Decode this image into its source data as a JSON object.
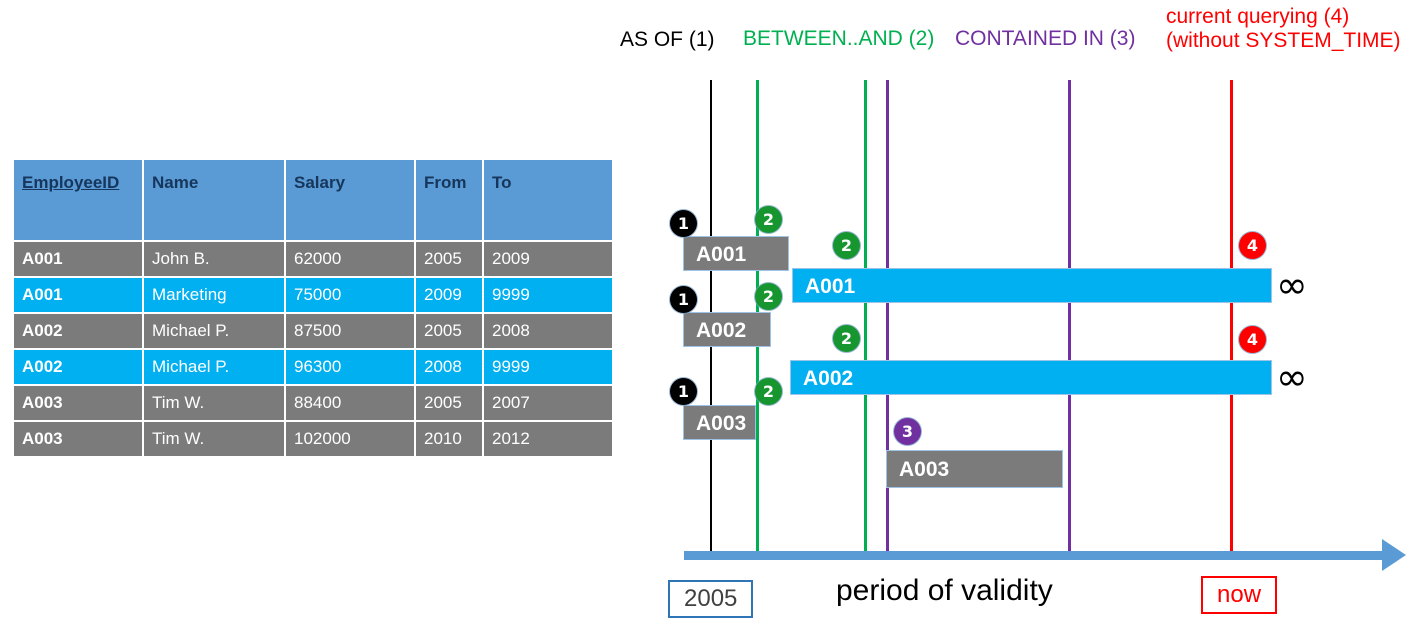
{
  "table": {
    "columns": [
      {
        "label": "EmployeeID",
        "underline": true
      },
      {
        "label": "Name",
        "underline": false
      },
      {
        "label": "Salary",
        "underline": false
      },
      {
        "label": "From",
        "underline": false
      },
      {
        "label": "To",
        "underline": false
      }
    ],
    "rows": [
      {
        "style": "grey",
        "employee_id": "A001",
        "name": "John  B.",
        "salary": "62000",
        "from": "2005",
        "to": "2009"
      },
      {
        "style": "cyan",
        "employee_id": "A001",
        "name": "Marketing",
        "salary": "75000",
        "from": "2009",
        "to": "9999"
      },
      {
        "style": "grey",
        "employee_id": "A002",
        "name": "Michael P.",
        "salary": "87500",
        "from": "2005",
        "to": "2008"
      },
      {
        "style": "cyan",
        "employee_id": "A002",
        "name": "Michael P.",
        "salary": "96300",
        "from": "2008",
        "to": "9999"
      },
      {
        "style": "grey",
        "employee_id": "A003",
        "name": "Tim W.",
        "salary": "88400",
        "from": "2005",
        "to": "2007"
      },
      {
        "style": "grey",
        "employee_id": "A003",
        "name": "Tim W.",
        "salary": "102000",
        "from": "2010",
        "to": "2012"
      }
    ]
  },
  "diagram": {
    "headers": [
      {
        "text": "AS OF (1)",
        "color": "#000000"
      },
      {
        "text": "BETWEEN..AND (2)",
        "color": "#00B050"
      },
      {
        "text": "CONTAINED IN (3)",
        "color": "#7030A0"
      },
      {
        "text": "current querying (4)",
        "color": "#FF0000"
      },
      {
        "text": "(without SYSTEM_TIME)",
        "color": "#FF0000"
      }
    ],
    "bars": [
      {
        "label": "A001",
        "style": "grey"
      },
      {
        "label": "A001",
        "style": "cyan"
      },
      {
        "label": "A002",
        "style": "grey"
      },
      {
        "label": "A002",
        "style": "cyan"
      },
      {
        "label": "A003",
        "style": "grey"
      },
      {
        "label": "A003",
        "style": "grey"
      }
    ],
    "badges": [
      "1",
      "2",
      "2",
      "1",
      "2",
      "2",
      "1",
      "2",
      "3",
      "4",
      "4"
    ],
    "infinity_symbols": [
      "∞",
      "∞"
    ],
    "axis": {
      "start_label": "2005",
      "title": "period of validity",
      "end_label": "now"
    },
    "colors": {
      "as_of": "#000000",
      "between_and": "#00B050",
      "contained_in": "#7030A0",
      "current": "#FF0000",
      "axis": "#5B9BD5",
      "historic_bar": "#7B7B7B",
      "current_bar": "#00B0F0",
      "header_fill": "#5B9BD5"
    }
  }
}
